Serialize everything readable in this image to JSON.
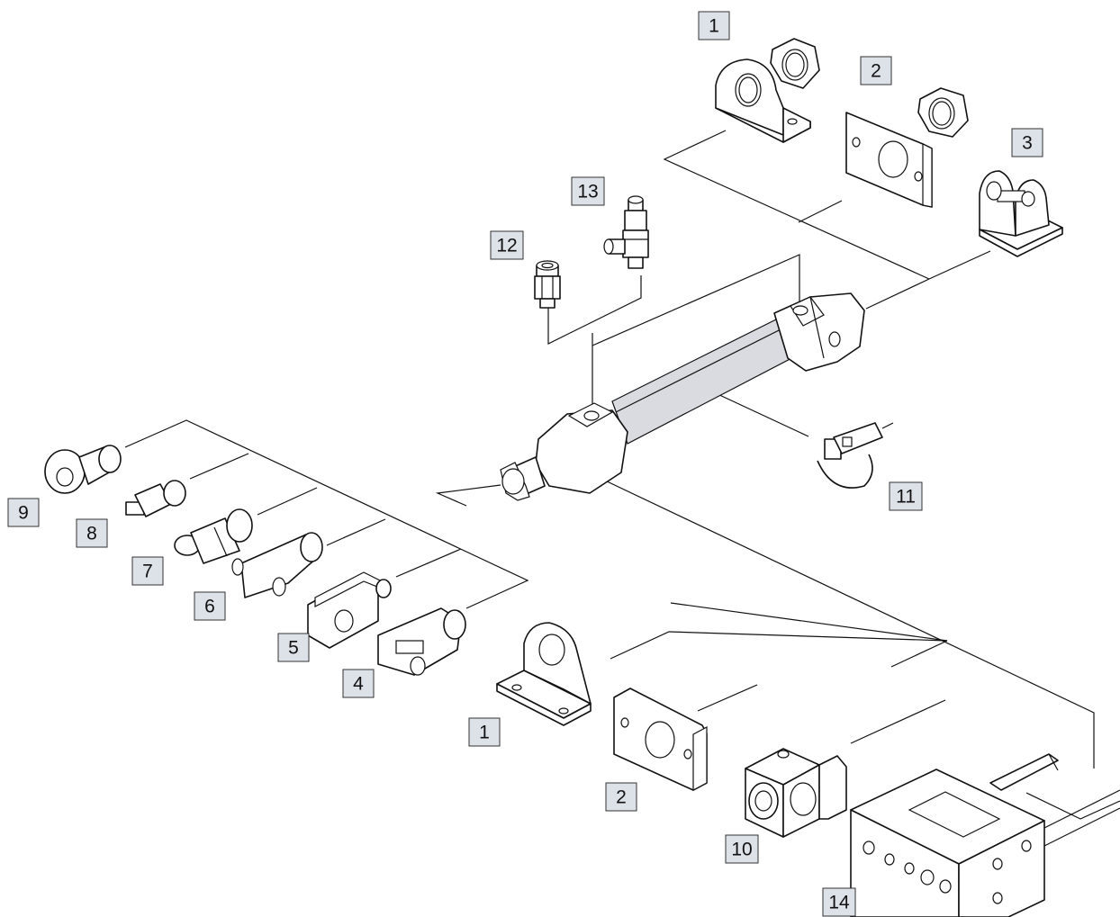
{
  "diagram": {
    "type": "exploded-parts-diagram",
    "labels": {
      "top_clevis_bracket": "1",
      "top_flange_plate": "2",
      "top_trunnion": "3",
      "rod_eye_4": "4",
      "rod_clevis_5": "5",
      "floating_joint_6": "6",
      "floating_joint_7": "7",
      "floating_joint_8": "8",
      "rod_end_9": "9",
      "pivot_block_10": "10",
      "switch_11": "11",
      "fitting_12": "12",
      "speed_controller_13": "13",
      "guide_unit_14": "14",
      "bottom_foot_bracket": "1",
      "bottom_flange_plate": "2"
    }
  }
}
